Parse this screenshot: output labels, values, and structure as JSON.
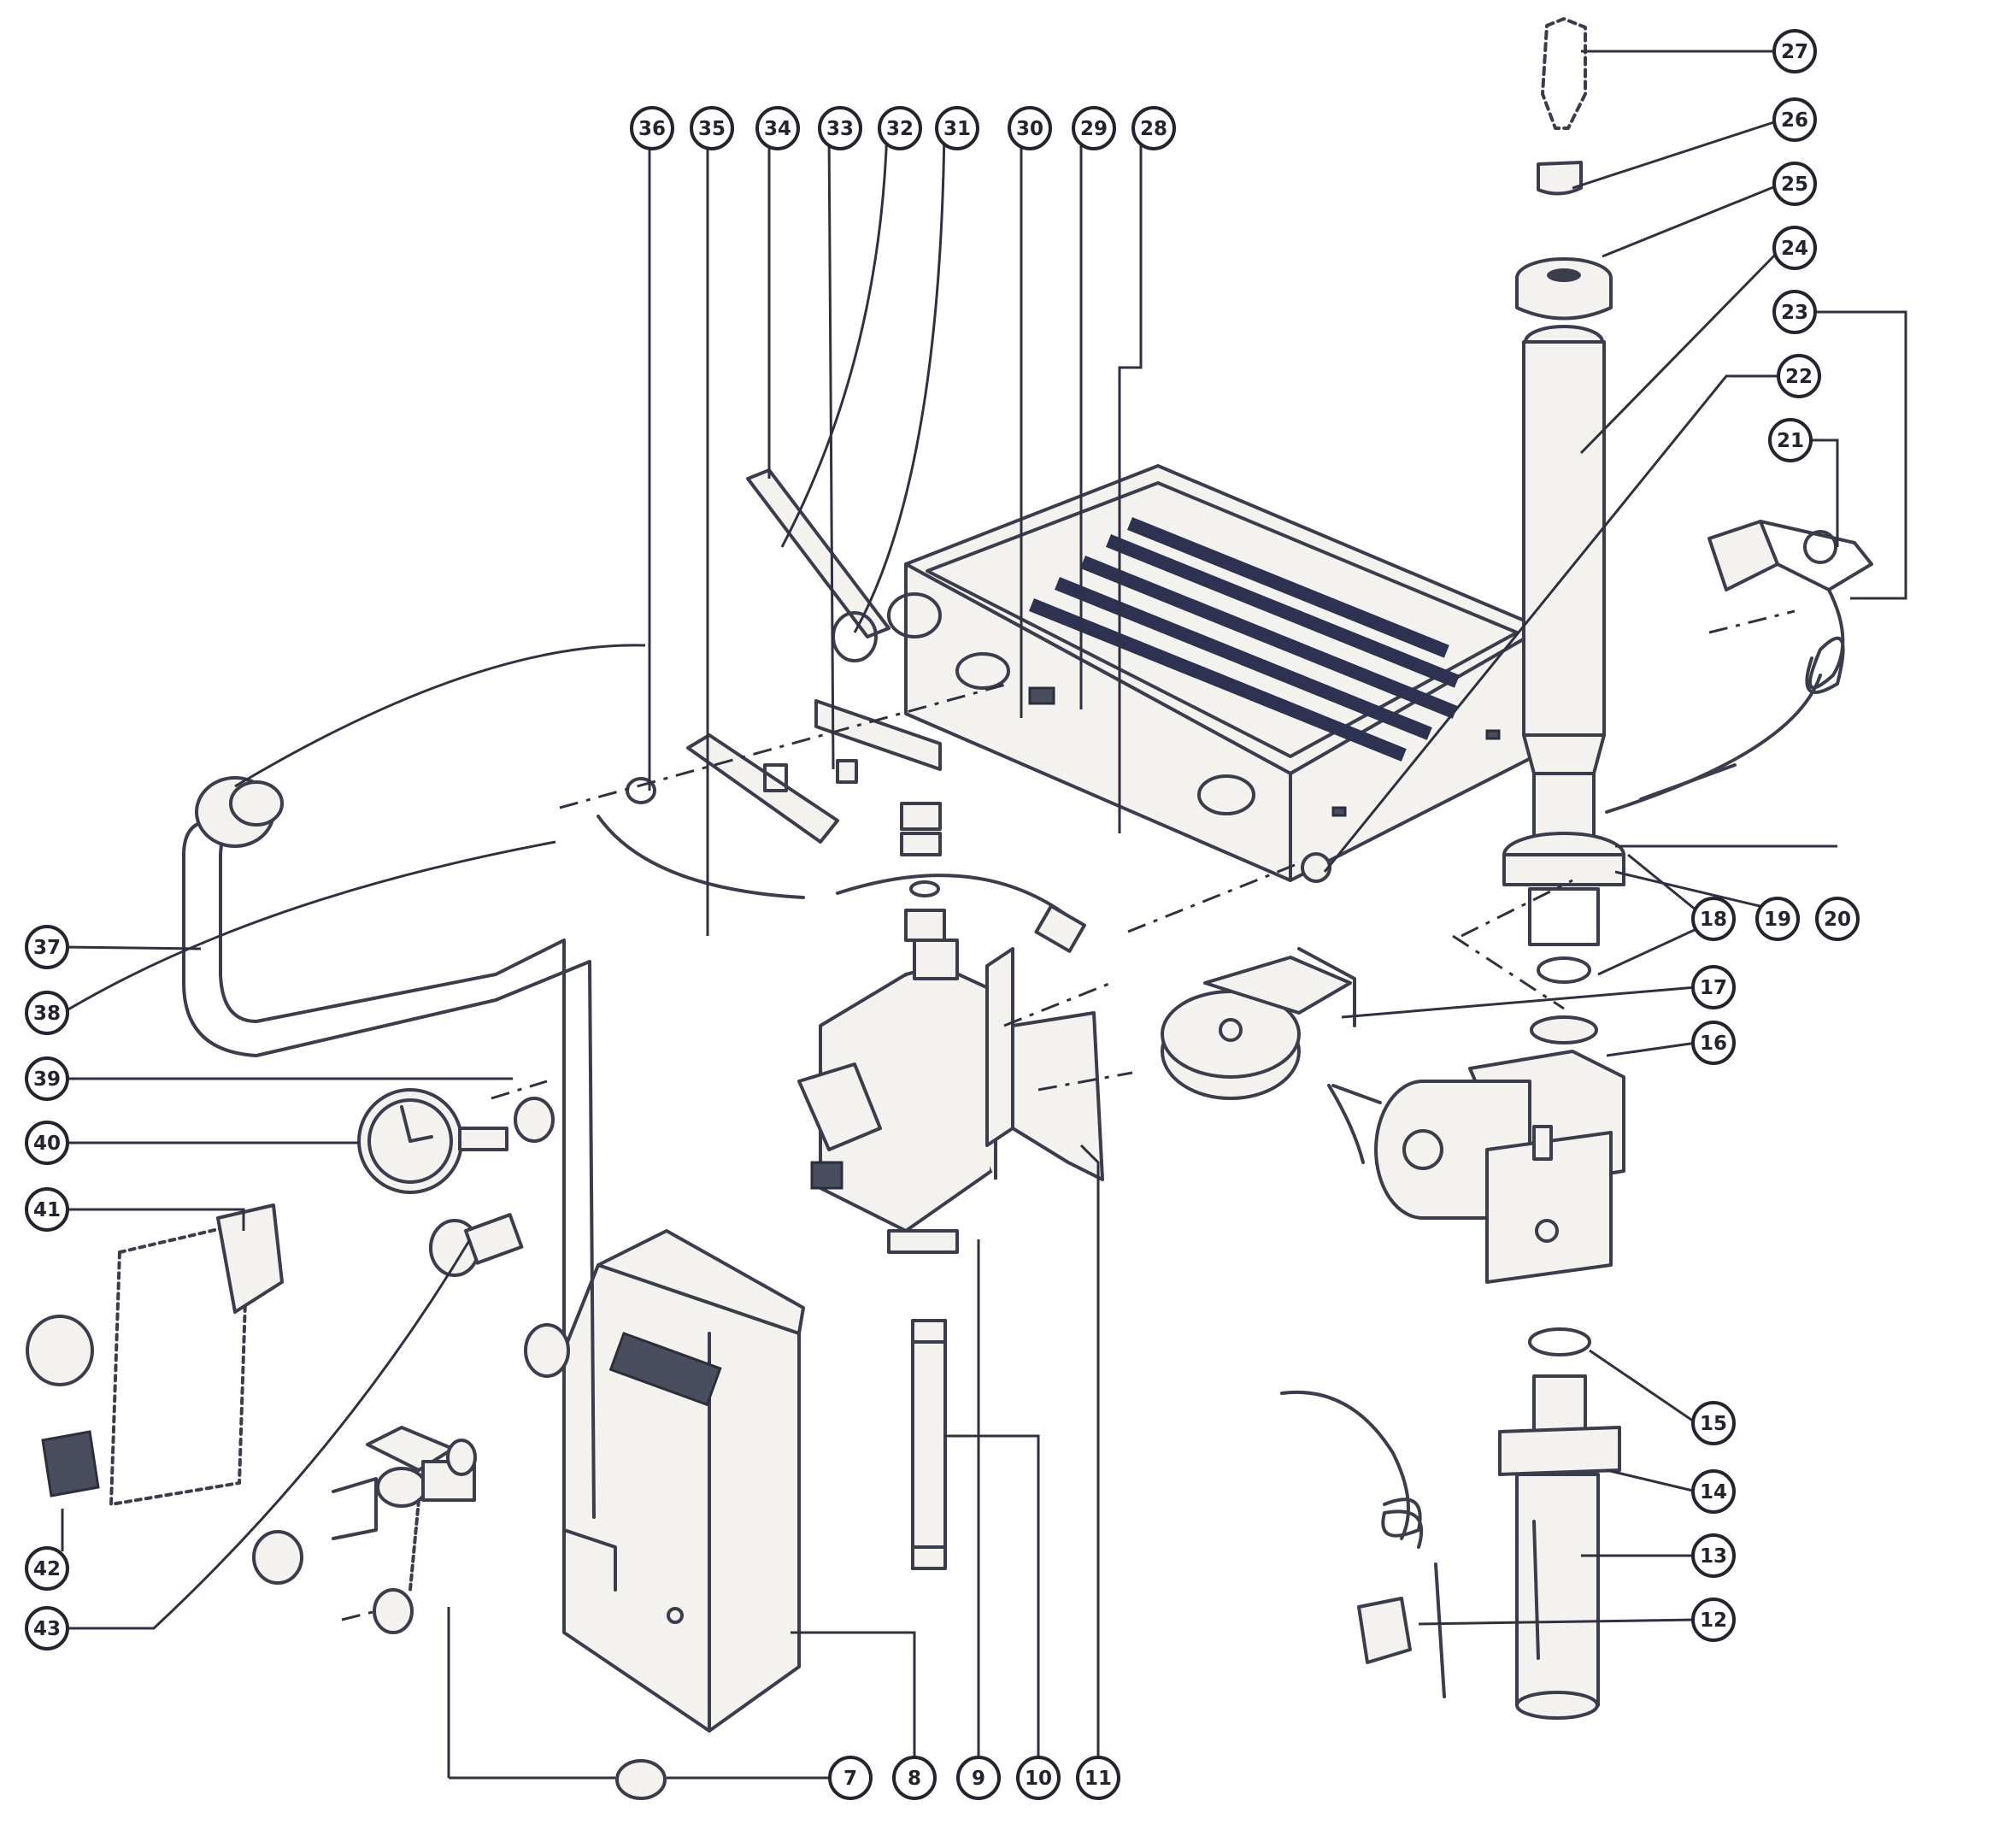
{
  "diagram": {
    "kind": "exploded parts view",
    "callouts": [
      "7",
      "8",
      "9",
      "10",
      "11",
      "12",
      "13",
      "14",
      "15",
      "16",
      "17",
      "18",
      "19",
      "20",
      "21",
      "22",
      "23",
      "24",
      "25",
      "26",
      "27",
      "28",
      "29",
      "30",
      "31",
      "32",
      "33",
      "34",
      "35",
      "36",
      "37",
      "38",
      "39",
      "40",
      "41",
      "42",
      "43"
    ]
  }
}
